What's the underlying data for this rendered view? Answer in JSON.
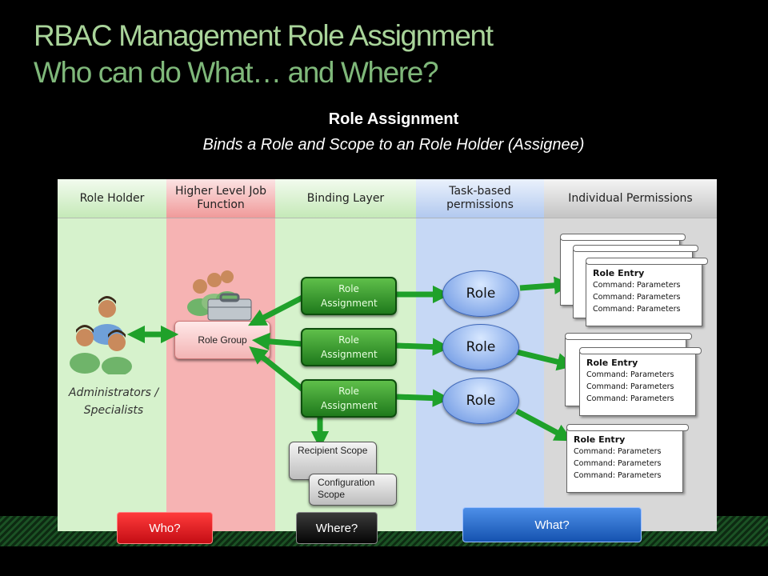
{
  "title": {
    "line1": "RBAC Management Role Assignment",
    "line2": "Who can do What… and Where?"
  },
  "subtitle": {
    "heading": "Role Assignment",
    "description": "Binds a Role and Scope to an Role Holder (Assignee)"
  },
  "columns": [
    {
      "label": "Role Holder",
      "color": "#d6f2cc"
    },
    {
      "label": "Higher Level Job Function",
      "color": "#f6b3b3"
    },
    {
      "label": "Binding Layer",
      "color": "#d6f2cc"
    },
    {
      "label": "Task-based permissions",
      "color": "#c6d8f5"
    },
    {
      "label": "Individual Permissions",
      "color": "#d8d8d8"
    }
  ],
  "role_holder": {
    "caption": "Administrators / Specialists"
  },
  "role_group": {
    "label": "Role Group"
  },
  "role_assignments": [
    {
      "label": "Role Assignment"
    },
    {
      "label": "Role Assignment"
    },
    {
      "label": "Role Assignment"
    }
  ],
  "roles": [
    {
      "label": "Role"
    },
    {
      "label": "Role"
    },
    {
      "label": "Role"
    }
  ],
  "scopes": {
    "recipient": "Recipient Scope",
    "configuration": "Configuration Scope"
  },
  "role_entry": {
    "title": "Role Entry",
    "line1": "Command: Parameters",
    "line2": "Command: Parameters",
    "line3": "Command: Parameters"
  },
  "bottom_labels": {
    "who": "Who?",
    "where": "Where?",
    "what": "What?"
  },
  "colors": {
    "title": "#a9d49a",
    "arrow_green": "#1fa12a",
    "who_button": "#e0141e",
    "where_button": "#111111",
    "what_button": "#1e66cc"
  }
}
